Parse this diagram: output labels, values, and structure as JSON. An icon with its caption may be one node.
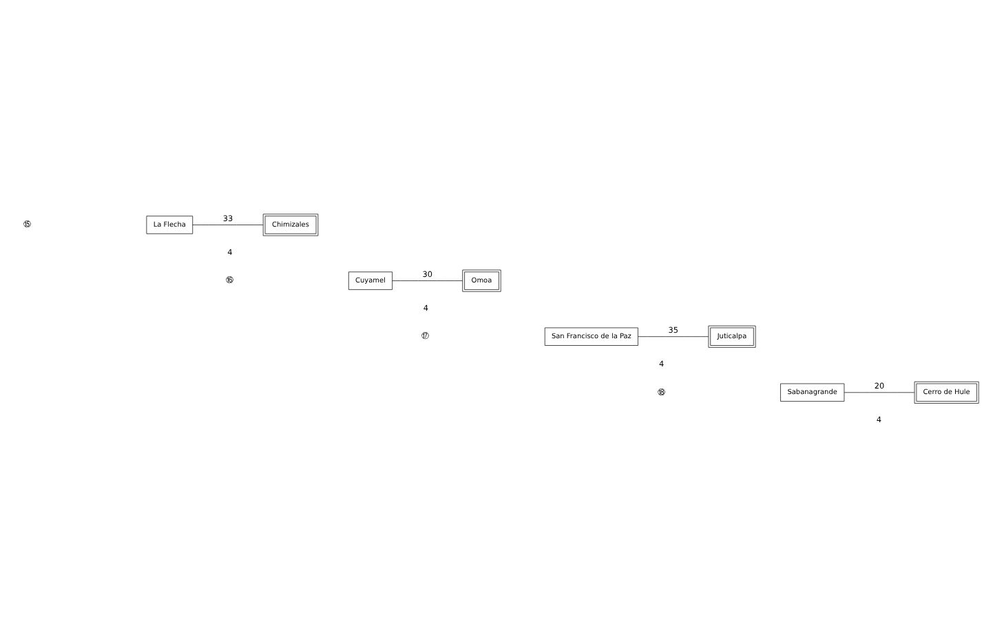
{
  "diagram": {
    "nodes": [
      {
        "text": [
          "La Flecha"
        ]
      },
      {
        "text": [
          "Chimizales"
        ]
      },
      {
        "text": [
          "Cuyamel"
        ]
      },
      {
        "text": [
          "Omoa"
        ]
      },
      {
        "text": [
          "San Francisco de la Paz"
        ]
      },
      {
        "text": [
          "Juticalpa"
        ]
      },
      {
        "text": [
          "Sabanagrande"
        ]
      },
      {
        "text": [
          "Cerro de Hule"
        ]
      }
    ],
    "edges": [
      {
        "from": 0,
        "to": 1,
        "arrow": "none",
        "label": "33"
      },
      {
        "from": 2,
        "to": 3,
        "arrow": "none",
        "label": "30"
      },
      {
        "from": 4,
        "to": 5,
        "arrow": "none",
        "label": "35"
      },
      {
        "from": 6,
        "to": 7,
        "arrow": "none",
        "label": "20"
      }
    ],
    "labels": [
      "⑮",
      "4",
      "⑯",
      "4",
      "⑰",
      "4",
      "⑱",
      "4"
    ]
  }
}
